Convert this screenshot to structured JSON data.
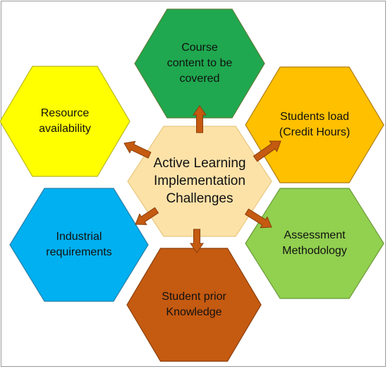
{
  "diagram": {
    "center": {
      "lines": [
        "Active Learning",
        "Implementation",
        "Challenges"
      ],
      "color": "#fde2a8"
    },
    "nodes": [
      {
        "id": "course-content",
        "lines": [
          "Course",
          "content to be",
          "covered"
        ],
        "color": "#1fa84f",
        "stroke": "#5a7d36"
      },
      {
        "id": "students-load",
        "lines": [
          "Students load",
          "(Credit Hours)"
        ],
        "color": "#ffc000",
        "stroke": "#b07c12"
      },
      {
        "id": "assessment-methodology",
        "lines": [
          "Assessment",
          "Methodology"
        ],
        "color": "#92d050",
        "stroke": "#6a9a38"
      },
      {
        "id": "student-prior-knowledge",
        "lines": [
          "Student prior",
          "Knowledge"
        ],
        "color": "#c55a11",
        "stroke": "#8a3f0c"
      },
      {
        "id": "industrial-requirements",
        "lines": [
          "Industrial",
          "requirements"
        ],
        "color": "#00b0f0",
        "stroke": "#2a7fa8"
      },
      {
        "id": "resource-availability",
        "lines": [
          "Resource",
          "availability"
        ],
        "color": "#ffff00",
        "stroke": "#b8b820"
      }
    ],
    "arrow_color": "#c55a11",
    "arrow_stroke": "#8a3f0c"
  }
}
